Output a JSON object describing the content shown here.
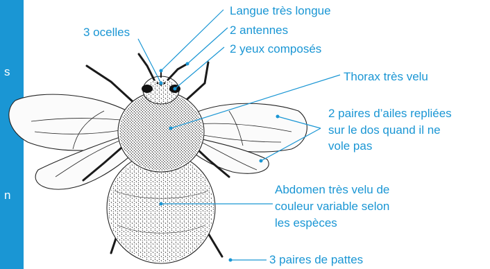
{
  "sidebar": {
    "color": "#1a96d4",
    "letters": [
      "s",
      "n"
    ]
  },
  "labels": {
    "ocelles": "3 ocelles",
    "langue": "Langue très longue",
    "antennes": "2 antennes",
    "yeux": "2 yeux composés",
    "thorax": "Thorax très velu",
    "ailes_1": "2 paires d’ailes repliées",
    "ailes_2": "sur le dos quand il ne",
    "ailes_3": "vole pas",
    "abdomen_1": "Abdomen très velu de",
    "abdomen_2": "couleur variable selon",
    "abdomen_3": "les espèces",
    "pattes": "3 paires de pattes"
  },
  "colors": {
    "label": "#1a96d4",
    "drawing": "#1a1a1a"
  }
}
